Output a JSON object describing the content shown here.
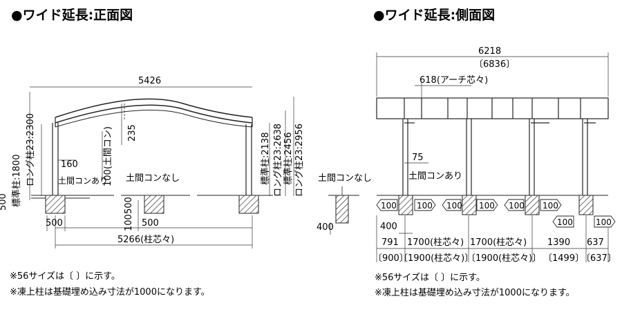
{
  "front": {
    "title": "●ワイド延長:正面図",
    "dims": {
      "width_top": "5426",
      "standard_post_h": "標準柱:1800",
      "long_post_h": "ロング柱23:2300",
      "d160": "160",
      "soil_concrete_yes": "土間コンあり",
      "d100_soil": "100(土間コン)",
      "d235": "235",
      "soil_concrete_no": "土間コンなし",
      "r_standard": "標準柱:2138",
      "r_long": "ロング柱23:2638",
      "r_standard2": "標準柱:2456",
      "r_long2": "ロング柱23:2956",
      "d500_left": "500",
      "d500_mid_v": "500",
      "d100_mid_v": "100",
      "d500_base_left": "500",
      "d500_base_mid": "500",
      "span_bottom": "5266(柱芯々)"
    }
  },
  "small": {
    "soil_concrete_no": "土間コンなし",
    "d400": "400"
  },
  "side": {
    "title": "●ワイド延長:側面図",
    "dims": {
      "total": "6218",
      "total_56": "〔6836〕",
      "arch": "618(アーチ芯々)",
      "d75": "75",
      "soil_concrete_yes": "土間コンあり",
      "arrow": "100",
      "d400": "400",
      "b1": "791",
      "b2": "1700(柱芯々)",
      "b3": "1700(柱芯々)",
      "b4": "1390",
      "b5": "637",
      "c1": "〔900〕",
      "c2": "〔1900(柱芯々)〕",
      "c3": "〔1900(柱芯々)〕",
      "c4": "〔1499〕",
      "c5": "〔637〕"
    }
  },
  "notes": {
    "left1": "※56サイズは〔 〕に示す。",
    "left2": "※凍上柱は基礎埋め込み寸法が1000になります。",
    "right1": "※56サイズは〔 〕に示す。",
    "right2": "※凍上柱は基礎埋め込み寸法が1000になります。"
  }
}
